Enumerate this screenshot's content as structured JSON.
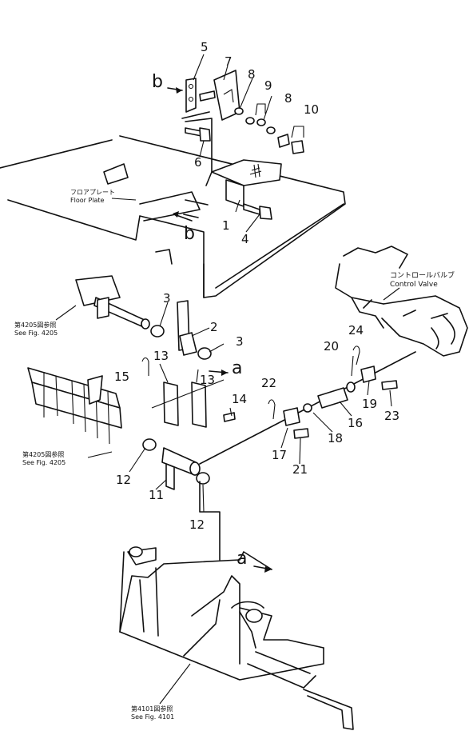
{
  "callouts": [
    {
      "id": "p1",
      "label": "1"
    },
    {
      "id": "p2",
      "label": "2"
    },
    {
      "id": "p3a",
      "label": "3"
    },
    {
      "id": "p3b",
      "label": "3"
    },
    {
      "id": "p4",
      "label": "4"
    },
    {
      "id": "p5",
      "label": "5"
    },
    {
      "id": "p6",
      "label": "6"
    },
    {
      "id": "p7",
      "label": "7"
    },
    {
      "id": "p8a",
      "label": "8"
    },
    {
      "id": "p8b",
      "label": "8"
    },
    {
      "id": "p9",
      "label": "9"
    },
    {
      "id": "p10",
      "label": "10"
    },
    {
      "id": "p11",
      "label": "11"
    },
    {
      "id": "p12a",
      "label": "12"
    },
    {
      "id": "p12b",
      "label": "12"
    },
    {
      "id": "p13a",
      "label": "13"
    },
    {
      "id": "p13b",
      "label": "13"
    },
    {
      "id": "p14",
      "label": "14"
    },
    {
      "id": "p15",
      "label": "15"
    },
    {
      "id": "p16",
      "label": "16"
    },
    {
      "id": "p17",
      "label": "17"
    },
    {
      "id": "p18",
      "label": "18"
    },
    {
      "id": "p19",
      "label": "19"
    },
    {
      "id": "p20",
      "label": "20"
    },
    {
      "id": "p21",
      "label": "21"
    },
    {
      "id": "p22",
      "label": "22"
    },
    {
      "id": "p23",
      "label": "23"
    },
    {
      "id": "p24",
      "label": "24"
    }
  ],
  "section_marks": {
    "b_top": "b",
    "b_bottom": "b",
    "a_right": "a",
    "a_bottom": "a"
  },
  "labels": {
    "floor_plate_jp": "フロアプレート",
    "floor_plate_en": "Floor Plate",
    "control_valve_jp": "コントロールバルブ",
    "control_valve_en": "Control Valve",
    "ref1_jp": "第4205図参照",
    "ref1_en": "See Fig. 4205",
    "ref2_jp": "第4205図参照",
    "ref2_en": "See Fig. 4205",
    "ref3_jp": "第4101図参照",
    "ref3_en": "See Fig. 4101"
  }
}
